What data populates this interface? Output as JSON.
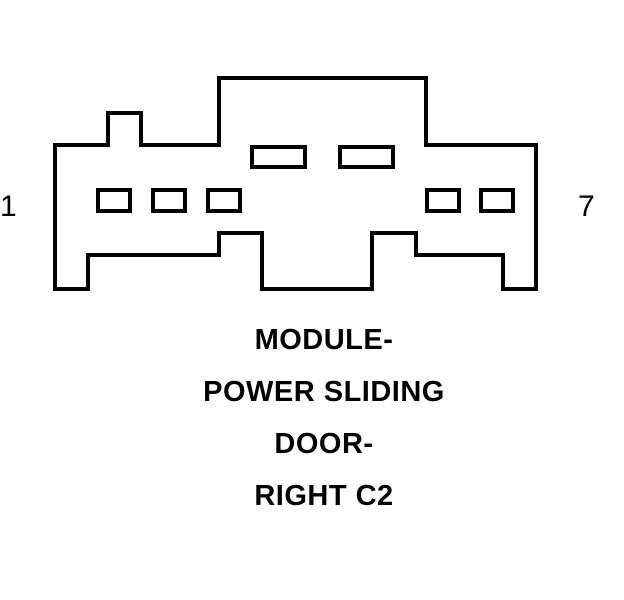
{
  "diagram": {
    "pin_label_first": "1",
    "pin_label_last": "7",
    "title_lines": [
      "MODULE-",
      "POWER SLIDING",
      "DOOR-",
      "RIGHT C2"
    ],
    "line_color": "#000000",
    "background_color": "#ffffff",
    "pin_cavities": {
      "bottom_row_count": 5,
      "top_row_count": 2
    }
  }
}
